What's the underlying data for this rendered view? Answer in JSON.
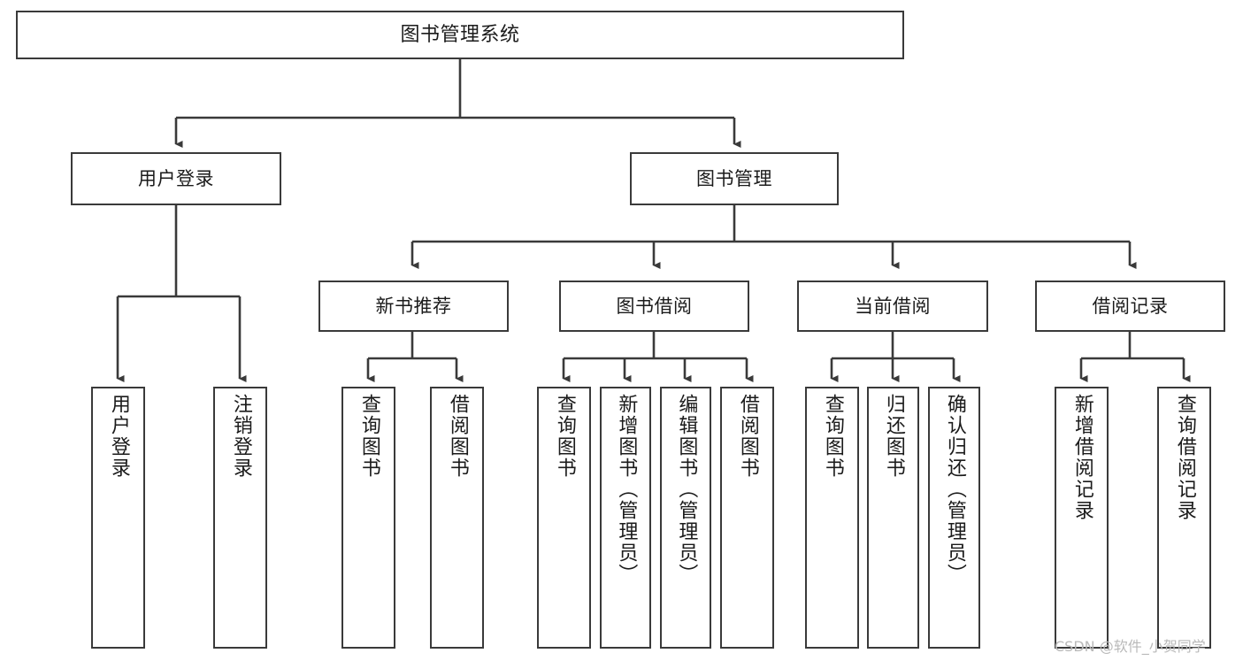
{
  "diagram": {
    "title": "图书管理系统",
    "type": "tree",
    "style": {
      "box_border_color": "#3a3a3a",
      "box_fill_color": "#ffffff",
      "edge_color": "#3a3a3a",
      "text_color": "#1b1b1b",
      "background": "#ffffff"
    },
    "root": {
      "id": "root",
      "label": "图书管理系统",
      "orientation": "horizontal"
    },
    "level1": [
      {
        "id": "user-login",
        "label": "用户登录",
        "orientation": "horizontal"
      },
      {
        "id": "book-manage",
        "label": "图书管理",
        "orientation": "horizontal"
      }
    ],
    "level2": [
      {
        "id": "new-book-recommend",
        "label": "新书推荐",
        "orientation": "horizontal",
        "parent": "book-manage"
      },
      {
        "id": "book-borrow",
        "label": "图书借阅",
        "orientation": "horizontal",
        "parent": "book-manage"
      },
      {
        "id": "current-borrow",
        "label": "当前借阅",
        "orientation": "horizontal",
        "parent": "book-manage"
      },
      {
        "id": "borrow-record",
        "label": "借阅记录",
        "orientation": "horizontal",
        "parent": "book-manage"
      }
    ],
    "leaves": [
      {
        "id": "leaf-user-login",
        "label": "用户登录",
        "parent": "user-login",
        "orientation": "vertical"
      },
      {
        "id": "leaf-user-logout",
        "label": "注销登录",
        "parent": "user-login",
        "orientation": "vertical"
      },
      {
        "id": "leaf-query-book-1",
        "label": "查询图书",
        "parent": "new-book-recommend",
        "orientation": "vertical"
      },
      {
        "id": "leaf-borrow-book-1",
        "label": "借阅图书",
        "parent": "new-book-recommend",
        "orientation": "vertical"
      },
      {
        "id": "leaf-query-book-2",
        "label": "查询图书",
        "parent": "book-borrow",
        "orientation": "vertical"
      },
      {
        "id": "leaf-add-book",
        "label": "新增图书（管理员）",
        "parent": "book-borrow",
        "orientation": "vertical"
      },
      {
        "id": "leaf-edit-book",
        "label": "编辑图书（管理员）",
        "parent": "book-borrow",
        "orientation": "vertical"
      },
      {
        "id": "leaf-borrow-book-2",
        "label": "借阅图书",
        "parent": "book-borrow",
        "orientation": "vertical"
      },
      {
        "id": "leaf-query-book-3",
        "label": "查询图书",
        "parent": "current-borrow",
        "orientation": "vertical"
      },
      {
        "id": "leaf-return-book",
        "label": "归还图书",
        "parent": "current-borrow",
        "orientation": "vertical"
      },
      {
        "id": "leaf-confirm-return",
        "label": "确认归还（管理员）",
        "parent": "current-borrow",
        "orientation": "vertical"
      },
      {
        "id": "leaf-add-record",
        "label": "新增借阅记录",
        "parent": "borrow-record",
        "orientation": "vertical"
      },
      {
        "id": "leaf-query-record",
        "label": "查询借阅记录",
        "parent": "borrow-record",
        "orientation": "vertical"
      }
    ]
  },
  "watermark": {
    "text": "CSDN @软件_小贺同学"
  }
}
